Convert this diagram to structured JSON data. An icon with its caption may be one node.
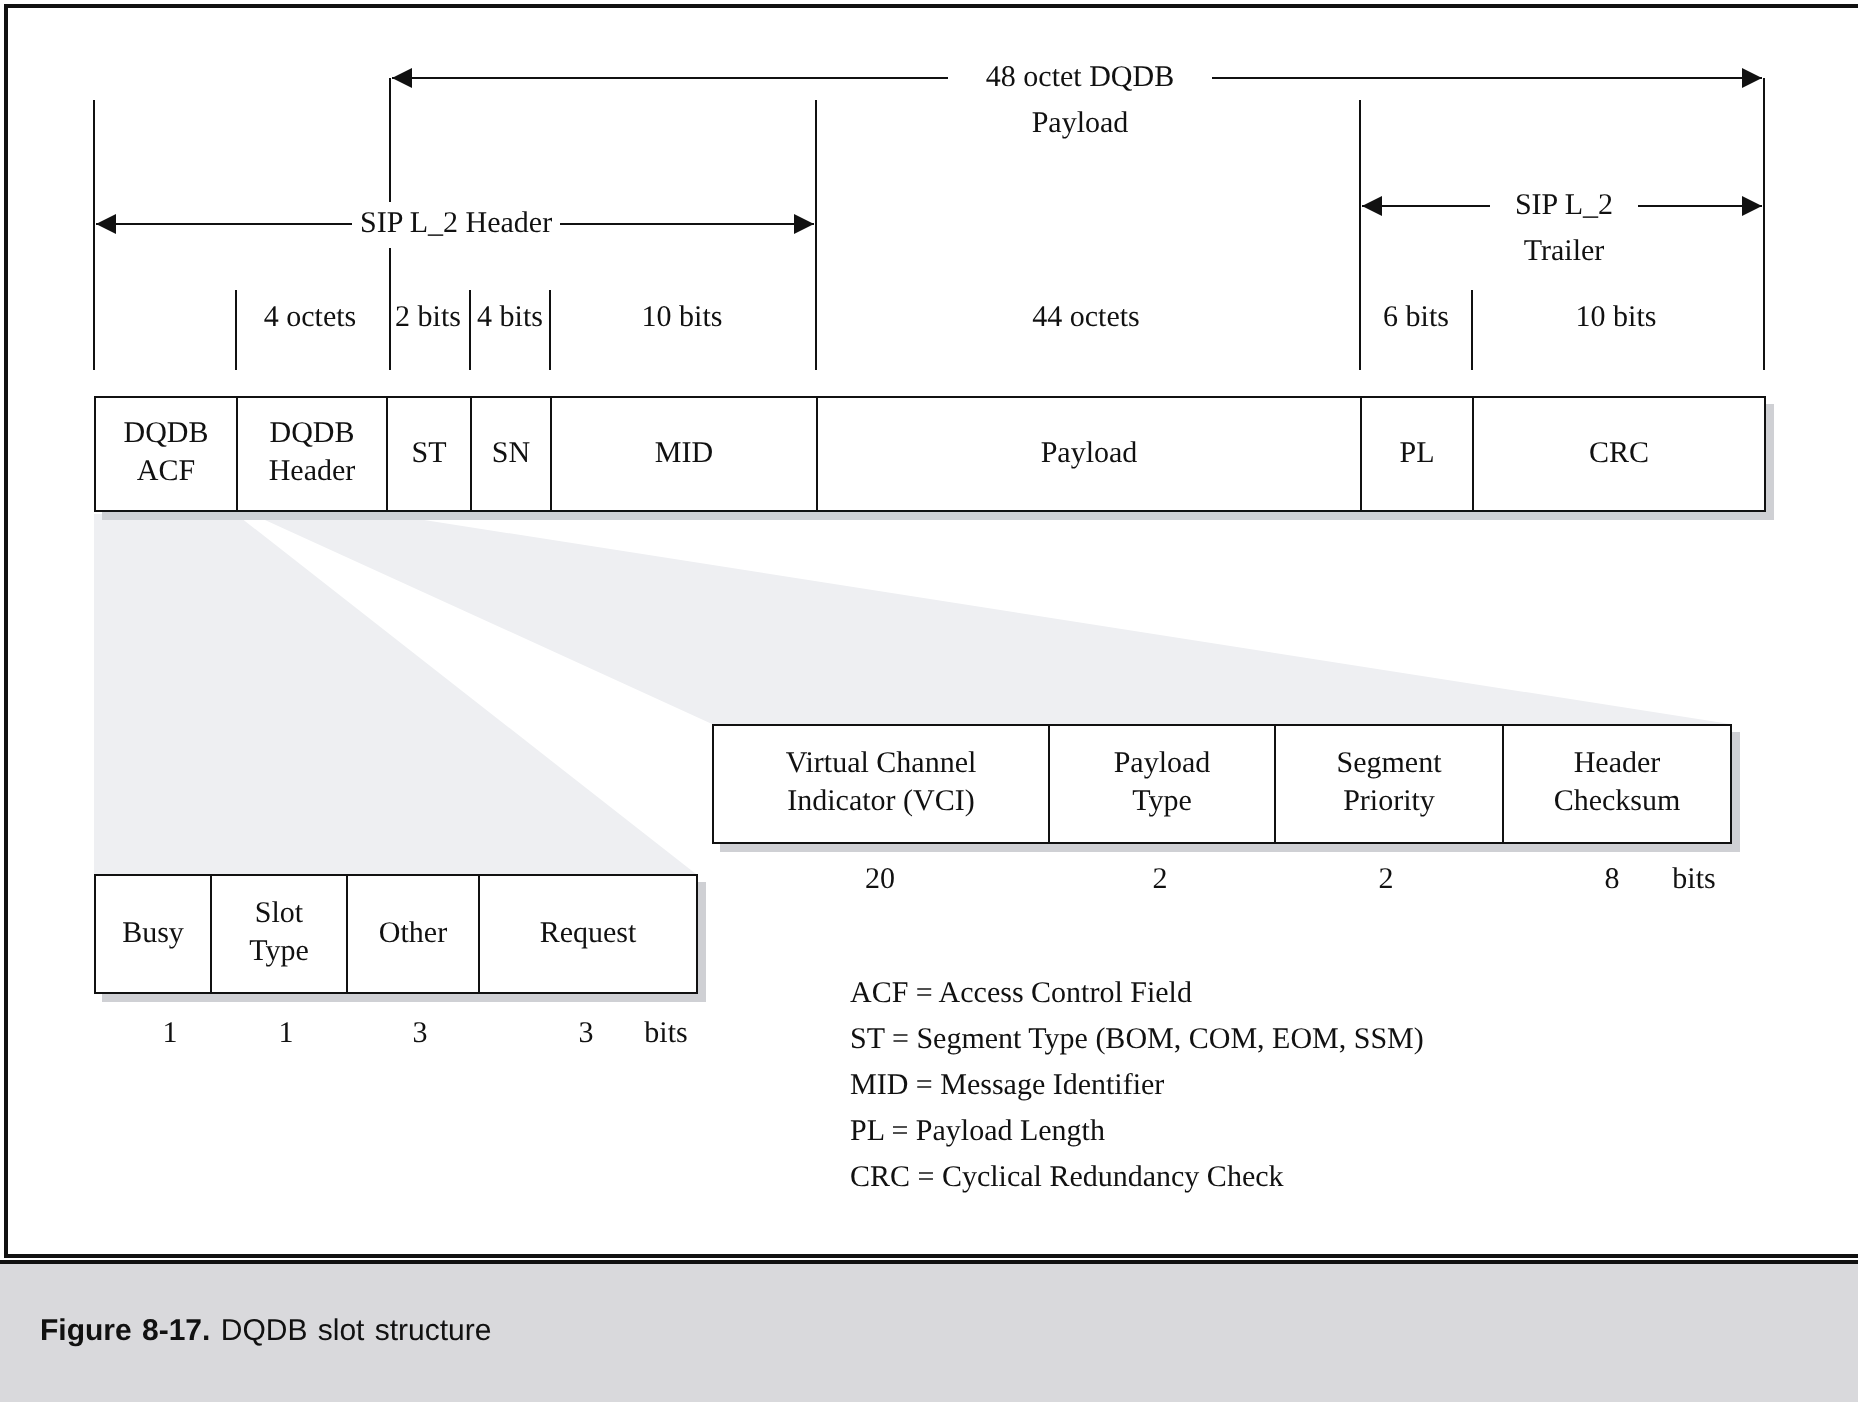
{
  "diagram": {
    "caption": "**Figure 8-17.** DQDB slot structure",
    "nodes": [
      {
        "text": [
          "DQDB ACF"
        ]
      },
      {
        "text": [
          "DQDB Header"
        ]
      },
      {
        "text": [
          "ST"
        ]
      },
      {
        "text": [
          "SN"
        ]
      },
      {
        "text": [
          "MID"
        ]
      },
      {
        "text": [
          "Payload"
        ]
      },
      {
        "text": [
          "PL"
        ]
      },
      {
        "text": [
          "CRC"
        ]
      },
      {
        "text": [
          "Busy"
        ]
      },
      {
        "text": [
          "Slot Type"
        ]
      },
      {
        "text": [
          "Other"
        ]
      },
      {
        "text": [
          "Request"
        ]
      },
      {
        "text": [
          "Virtual Channel Indicator (VCI)"
        ]
      },
      {
        "text": [
          "Payload Type"
        ]
      },
      {
        "text": [
          "Segment Priority"
        ]
      },
      {
        "text": [
          "Header Checksum"
        ]
      }
    ],
    "edges": [],
    "labels": [
      "48 octet DQDB Payload",
      "SIP L_2 Header",
      "SIP L_2 Trailer",
      "4 octets",
      "2 bits",
      "4 bits",
      "10 bits",
      "44 octets",
      "6 bits",
      "10 bits",
      "20",
      "2",
      "2",
      "8",
      "bits",
      "1",
      "1",
      "3",
      "3",
      "bits",
      "ACF = Access Control Field",
      "ST = Segment Type (BOM, COM, EOM, SSM)",
      "MID = Message Identifier",
      "PL = Payload Length",
      "CRC = Cyclical Redundancy Check"
    ]
  }
}
